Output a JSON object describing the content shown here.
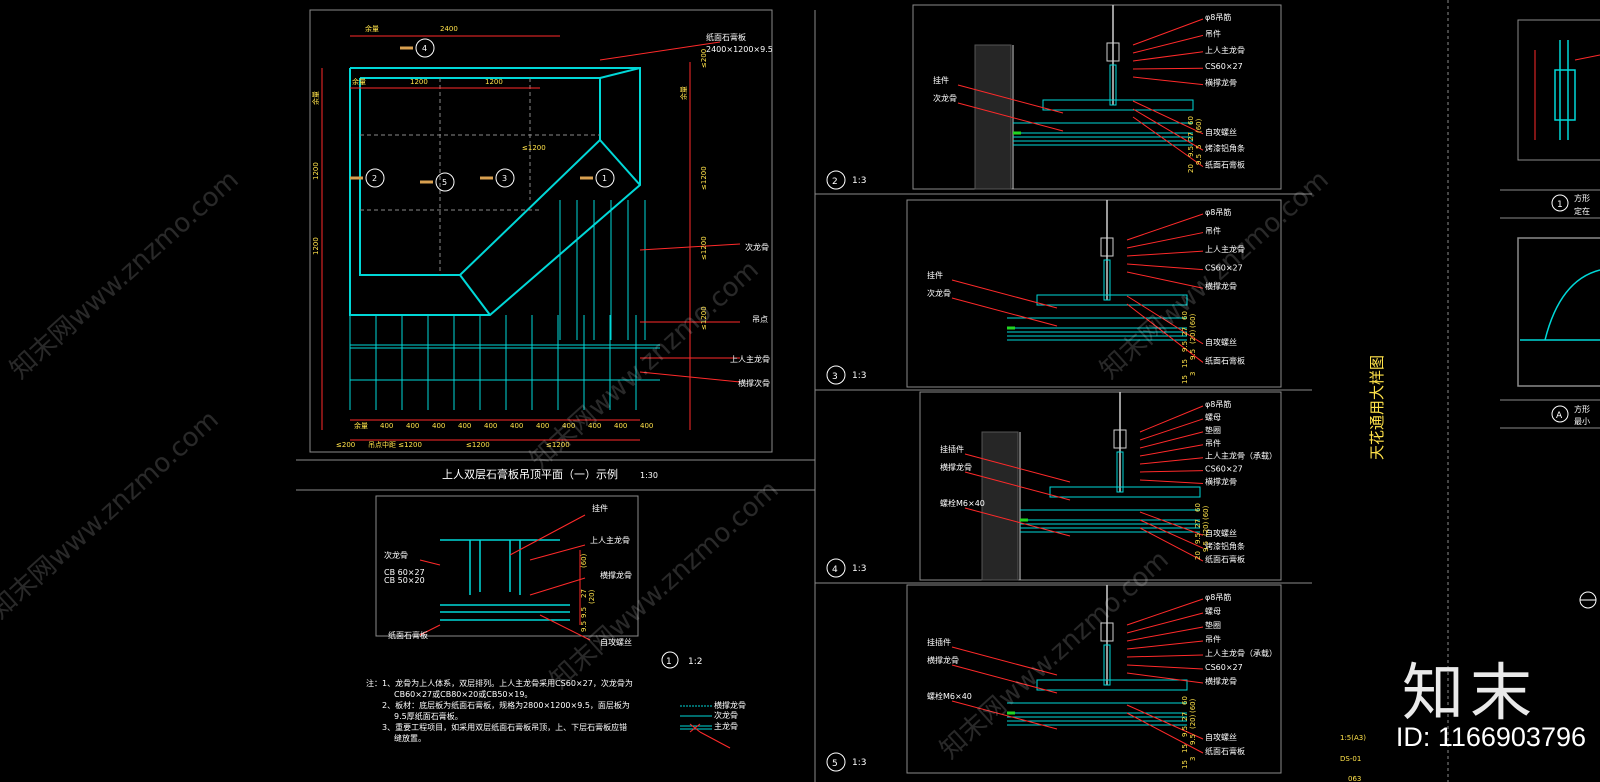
{
  "main_plan": {
    "title": "上人双层石膏板吊顶平面（一）示例",
    "scale": "1:30",
    "top_dims": {
      "overall": "2400",
      "left": "余量",
      "c1": "1200",
      "c2": "1200",
      "c3": "余量"
    },
    "right_labels": [
      "纸面石膏板",
      "2400×1200×9.5",
      "次龙骨",
      "吊点",
      "上人主龙骨",
      "横撑次骨"
    ],
    "right_dims": [
      "≤200",
      "余量",
      "≤1200",
      "≤1200",
      "≤1200"
    ],
    "left_dims": [
      "余量",
      "1200",
      "1200"
    ],
    "bottom_dims": [
      "余量",
      "400",
      "400",
      "400",
      "400",
      "400",
      "400",
      "400",
      "400",
      "400",
      "400",
      "400"
    ],
    "bottom_spacing": [
      "≤200",
      "吊点中距 ≤1200",
      "≤1200",
      "≤1200"
    ],
    "mid_dim": "≤1200",
    "markers": [
      "4",
      "2",
      "5",
      "3",
      "1"
    ]
  },
  "detail1": {
    "num": "1",
    "scale": "1:2",
    "labels": [
      "挂件",
      "上人主龙骨",
      "次龙骨",
      "CB 60×27",
      "CB 50×20",
      "横撑龙骨",
      "纸面石膏板",
      "自攻螺丝"
    ],
    "dims": [
      "(60)",
      "9.5",
      "9.5",
      "27",
      "(20)"
    ]
  },
  "notes": {
    "lines": [
      "注：1、龙骨为上人体系，双层排列。上人主龙骨采用CS60×27，次龙骨为",
      "CB60×27或CB80×20或CB50×19。",
      "2、板材：底层板为纸面石膏板，规格为2800×1200×9.5，面层板为",
      "9.5厚纸面石膏板。",
      "3、重要工程项目，如采用双层纸面石膏板吊顶，上、下层石膏板应错",
      "缝放置。"
    ]
  },
  "legend": [
    {
      "label": "横撑龙骨"
    },
    {
      "label": "次龙骨"
    },
    {
      "label": "主龙骨"
    }
  ],
  "detail2": {
    "num": "2",
    "scale": "1:3",
    "labels": [
      "φ8吊筋",
      "吊件",
      "上人主龙骨",
      "CS60×27",
      "横撑龙骨",
      "挂件",
      "次龙骨",
      "自攻螺丝",
      "烤漆铝角条",
      "纸面石膏板"
    ],
    "dims": [
      "60",
      "(60)",
      "27",
      "5",
      "9.5",
      "9.5",
      "20"
    ]
  },
  "detail3": {
    "num": "3",
    "scale": "1:3",
    "labels": [
      "φ8吊筋",
      "吊件",
      "上人主龙骨",
      "CS60×27",
      "横撑龙骨",
      "挂件",
      "次龙骨",
      "自攻螺丝",
      "纸面石膏板"
    ],
    "dims": [
      "60",
      "(60)",
      "27",
      "(20)",
      "9.5",
      "9.5",
      "15",
      "3",
      "15"
    ]
  },
  "detail4": {
    "num": "4",
    "scale": "1:3",
    "labels": [
      "φ8吊筋",
      "螺母",
      "垫圈",
      "吊件",
      "上人主龙骨（承载）",
      "CS60×27",
      "横撑龙骨",
      "螺栓M6×40",
      "挂插件",
      "横撑龙骨",
      "自攻螺丝",
      "烤漆铝角条",
      "纸面石膏板"
    ],
    "dims": [
      "60",
      "(60)",
      "27",
      "(20)",
      "9.5",
      "9.5",
      "20"
    ]
  },
  "detail5": {
    "num": "5",
    "scale": "1:3",
    "labels": [
      "φ8吊筋",
      "螺母",
      "垫圈",
      "吊件",
      "上人主龙骨（承载）",
      "CS60×27",
      "横撑龙骨",
      "螺栓M6×40",
      "挂插件",
      "横撑龙骨",
      "自攻螺丝",
      "纸面石膏板"
    ],
    "dims": [
      "60",
      "(60)",
      "27",
      "(20)",
      "9.5",
      "9.5",
      "15",
      "3",
      "15"
    ]
  },
  "side_title": "天花通用大样图",
  "right_partial": {
    "c1": "1",
    "t1": "方形",
    "t1b": "定在",
    "cA": "A",
    "tA": "方形",
    "tAb": "最小"
  },
  "corner_labels": [
    "1:5(A3)",
    "DS-01",
    "063"
  ],
  "watermark": "知末网www.znzmo.com",
  "logo": "知末",
  "id_text": "ID: 1166903796",
  "colors": {
    "cyan": "#00d8d8",
    "red": "#ff2a2a",
    "white": "#ffffff",
    "yellow": "#ffe24a",
    "green": "#22d622",
    "grey": "#8a8a8a"
  }
}
